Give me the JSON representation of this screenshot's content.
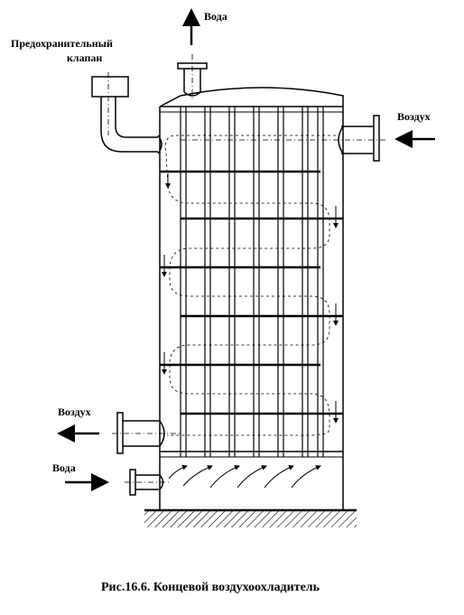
{
  "labels": {
    "water_out": "Вода",
    "relief_valve_line1": "Предохранительный",
    "relief_valve_line2": "клапан",
    "air_in": "Воздух",
    "air_out": "Воздух",
    "water_in": "Вода"
  },
  "caption": "Рис.16.6. Концевой воздухоохладитель"
}
